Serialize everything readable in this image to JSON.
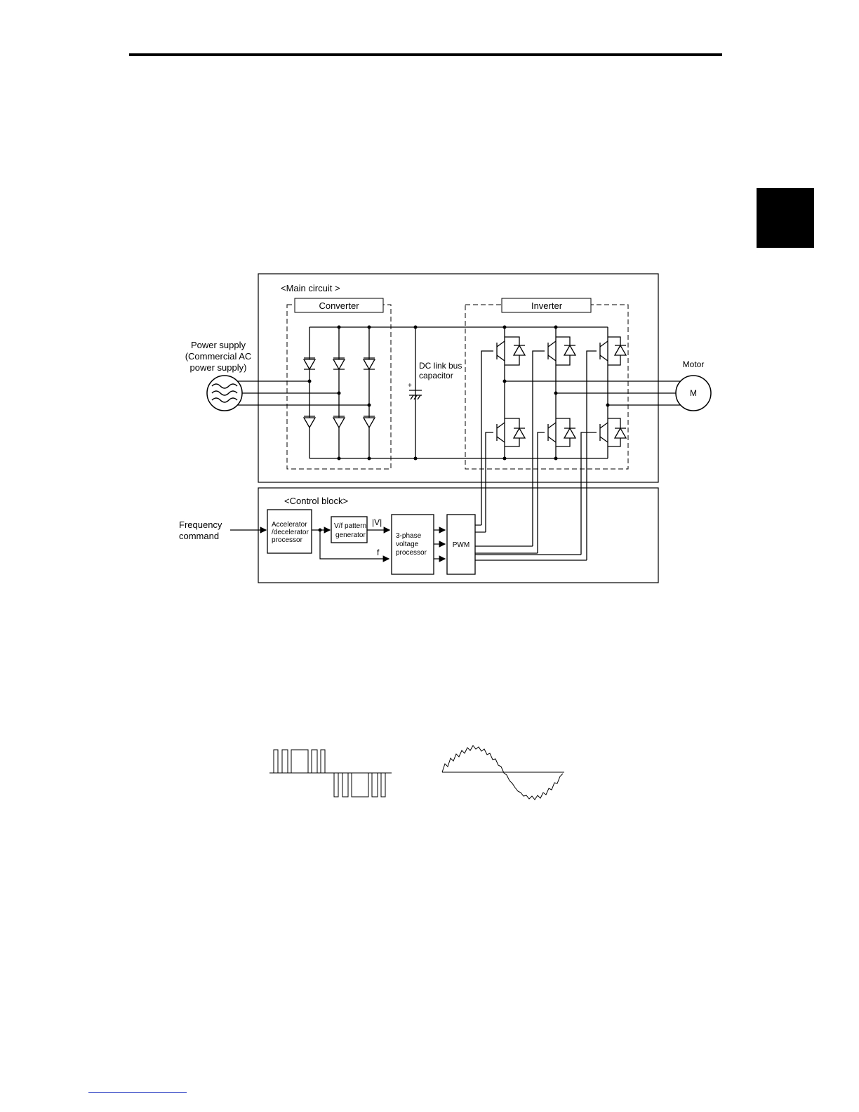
{
  "diagram": {
    "main_circuit_label": "<Main circuit >",
    "converter_label": "Converter",
    "inverter_label": "Inverter",
    "power_supply_line1": "Power supply",
    "power_supply_line2": "(Commercial AC",
    "power_supply_line3": "power supply)",
    "dc_link_line1": "DC link bus",
    "dc_link_line2": "capacitor",
    "capacitor_polarity": "+",
    "motor_label": "Motor",
    "motor_symbol": "M",
    "control_block_label": "<Control block>",
    "frequency_line1": "Frequency",
    "frequency_line2": "command",
    "accel_line1": "Accelerator",
    "accel_line2": "/decelerator",
    "accel_line3": "processor",
    "vf_line1": "V/f pattern",
    "vf_line2": "generator",
    "v_signal": "|V|",
    "f_signal": "f",
    "three_phase_line1": "3-phase",
    "three_phase_line2": "voltage",
    "three_phase_line3": "processor",
    "pwm_label": "PWM"
  },
  "colors": {
    "line": "#000000",
    "footer_link": "#3a4bc8"
  }
}
